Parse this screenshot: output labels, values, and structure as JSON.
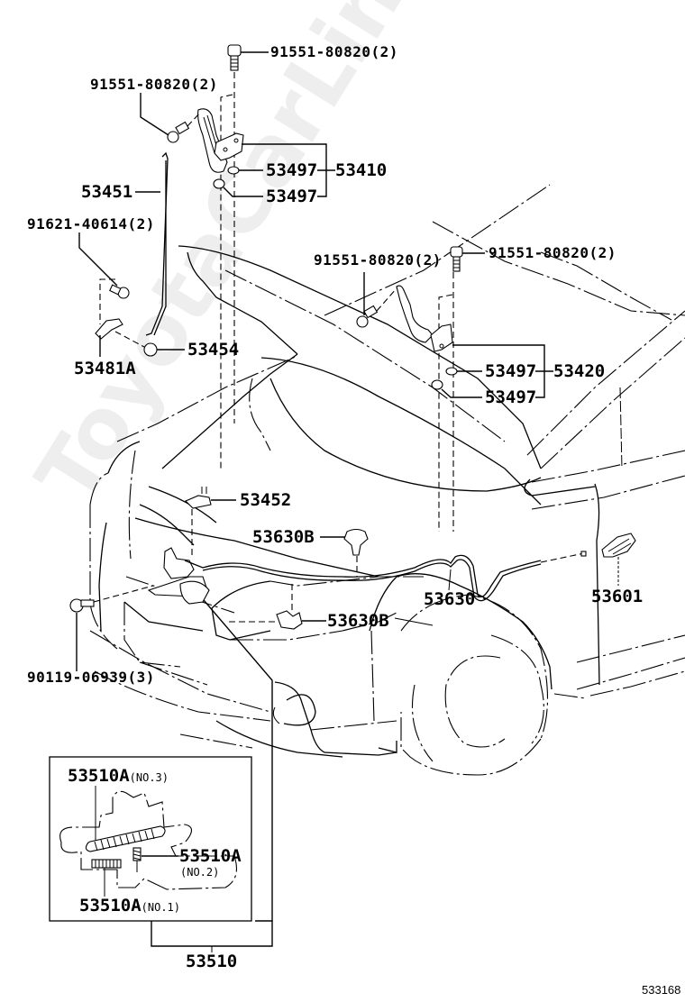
{
  "diagram": {
    "title": "Hood hinge & hood lock parts diagram",
    "watermark": "ToyotaCarLine.ru",
    "illustration_code": "533168"
  },
  "labels": {
    "bolt_top": "91551-80820(2)",
    "bolt_left_hinge": "91551-80820(2)",
    "hood_support": "53451",
    "screw_support": "91621-40614(2)",
    "support_bracket": "53481A",
    "support_retainer": "53454",
    "washer_l1": "53497",
    "washer_l2": "53497",
    "hinge_l": "53410",
    "bolt_right_a": "91551-80820(2)",
    "bolt_right_b": "91551-80820(2)",
    "washer_r1": "53497",
    "washer_r2": "53497",
    "hinge_r": "53420",
    "lock_striker": "53452",
    "cable_clamp_a": "53630B",
    "cable_clamp_b": "53630B",
    "release_cable": "53630",
    "release_lever": "53601",
    "lock_bolt": "90119-06939(3)",
    "lock_assy": "53510"
  },
  "inset": {
    "spring_no3": {
      "part": "53510A",
      "note": "(NO.3)"
    },
    "spring_no2": {
      "part": "53510A",
      "note": "(NO.2)"
    },
    "spring_no1": {
      "part": "53510A",
      "note": "(NO.1)"
    }
  }
}
